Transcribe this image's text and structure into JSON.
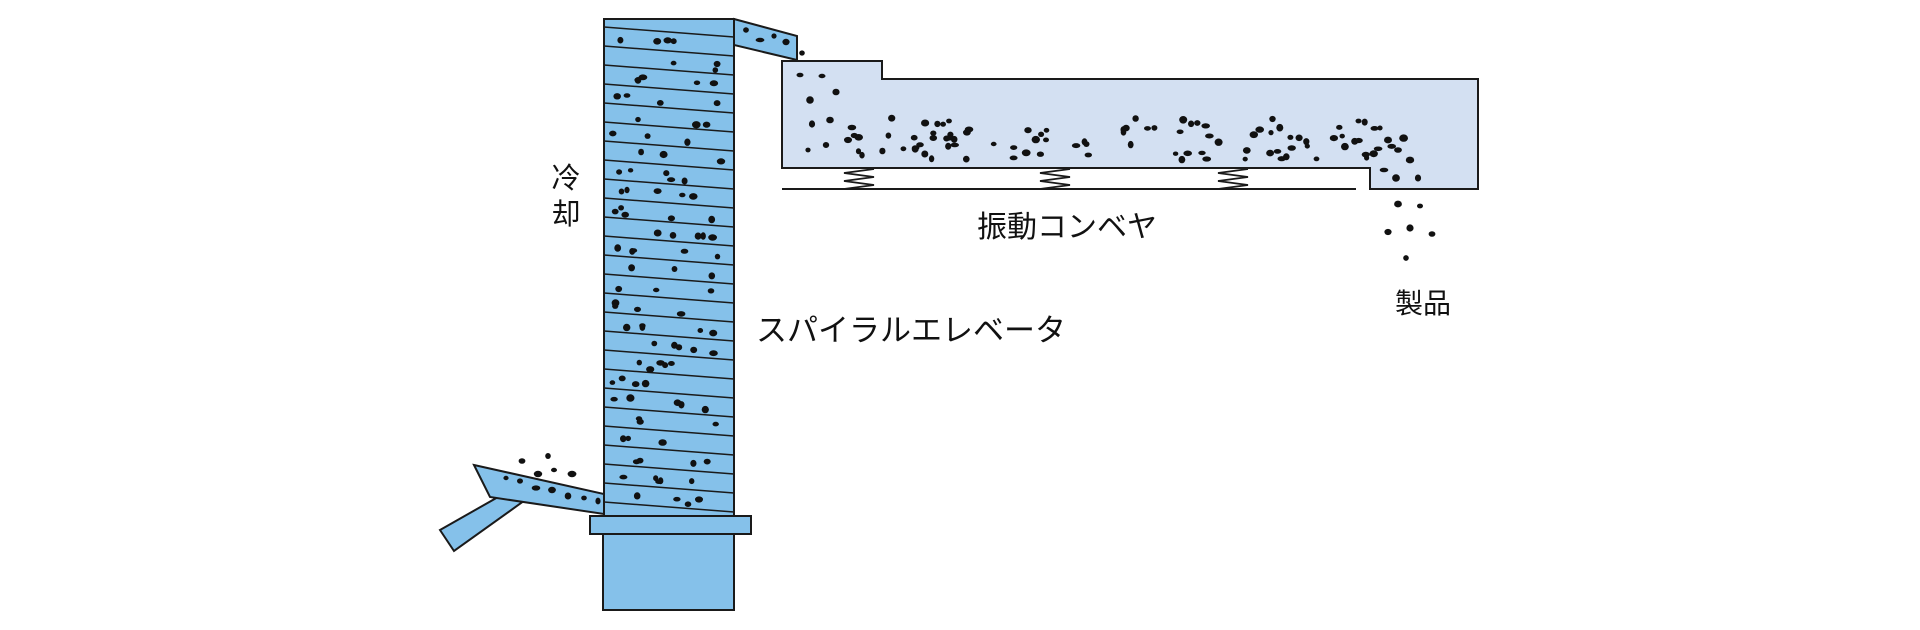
{
  "labels": {
    "cooling_char1": "冷",
    "cooling_char2": "却",
    "spiral_elevator": "スパイラルエレベータ",
    "vibrating_conveyor": "振動コンベヤ",
    "product": "製品"
  },
  "colors": {
    "elevator_fill": "#85c1ea",
    "conveyor_fill": "#d3e0f2",
    "outline": "#1a1a1a",
    "particle": "#111111",
    "background": "#ffffff"
  }
}
